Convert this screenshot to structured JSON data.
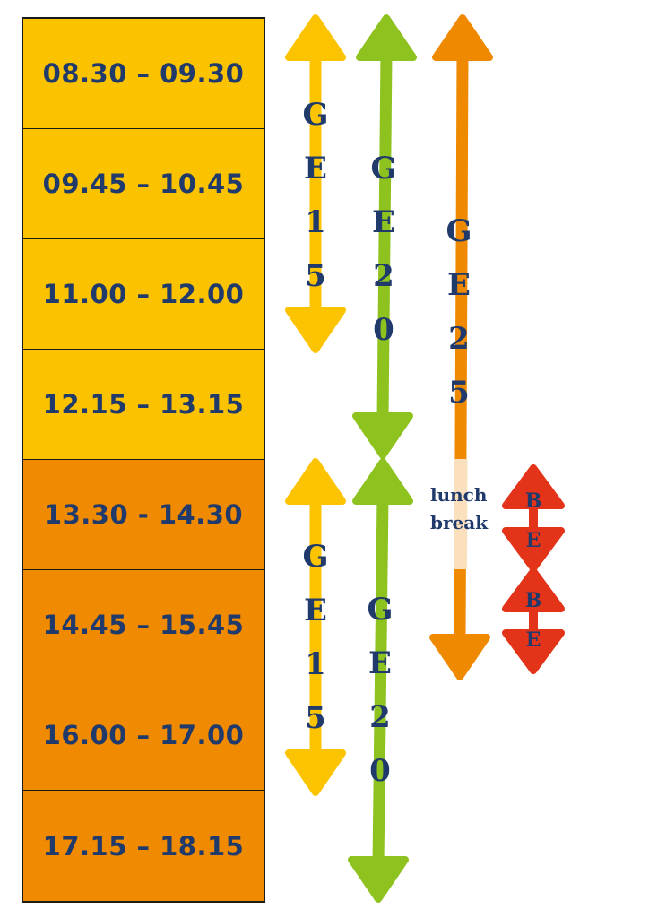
{
  "colors": {
    "morning": "#FBC200",
    "afternoon": "#F08A00",
    "text": "#1F3A6B",
    "ge15": "#FCC400",
    "ge20": "#8DC21F",
    "ge25": "#EF8A00",
    "lunch": "#FBE0BE",
    "be": "#E3341A"
  },
  "slots": [
    {
      "time": "08.30 – 09.30",
      "period": "morning"
    },
    {
      "time": "09.45 – 10.45",
      "period": "morning"
    },
    {
      "time": "11.00 – 12.00",
      "period": "morning"
    },
    {
      "time": "12.15 – 13.15",
      "period": "morning"
    },
    {
      "time": "13.30 - 14.30",
      "period": "afternoon"
    },
    {
      "time": "14.45 – 15.45",
      "period": "afternoon"
    },
    {
      "time": "16.00 – 17.00",
      "period": "afternoon"
    },
    {
      "time": "17.15 – 18.15",
      "period": "afternoon"
    }
  ],
  "arrows": [
    {
      "label": "GE15",
      "color": "ge15",
      "session": "morning"
    },
    {
      "label": "GE20",
      "color": "ge20",
      "session": "morning"
    },
    {
      "label": "GE25",
      "color": "ge25",
      "session": "all-day"
    },
    {
      "label": "GE15",
      "color": "ge15",
      "session": "afternoon"
    },
    {
      "label": "GE20",
      "color": "ge20",
      "session": "afternoon"
    },
    {
      "label": "BE",
      "color": "be",
      "session": "afternoon-1"
    },
    {
      "label": "BE",
      "color": "be",
      "session": "afternoon-2"
    }
  ],
  "lunch_label": [
    "lunch",
    "break"
  ]
}
